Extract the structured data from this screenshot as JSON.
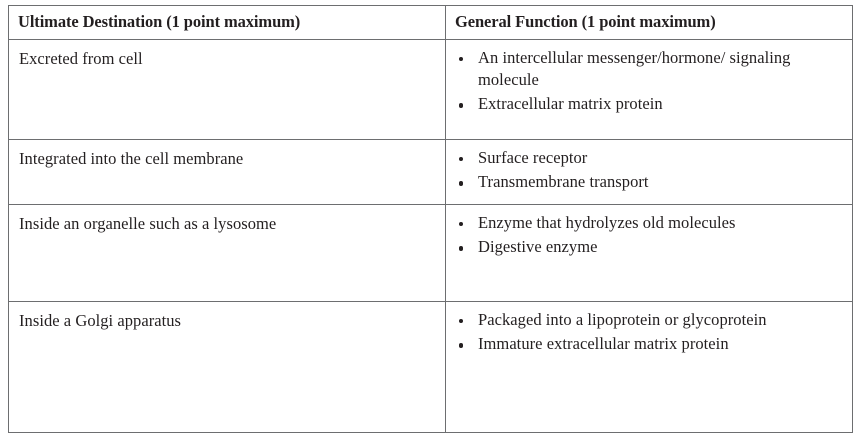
{
  "document": {
    "type": "scoring-rubric-table",
    "background_color": "#ffffff",
    "text_color": "#231f20",
    "border_color": "#6d6e70"
  },
  "table": {
    "headers": [
      "Ultimate Destination (1 point maximum)",
      "General Function (1 point maximum)"
    ],
    "rows": [
      {
        "destination": "Excreted from cell",
        "functions": [
          "An intercellular messenger/hormone/ signaling molecule",
          "Extracellular matrix protein"
        ]
      },
      {
        "destination": "Integrated into the cell membrane",
        "functions": [
          "Surface receptor",
          "Transmembrane transport"
        ]
      },
      {
        "destination": "Inside an organelle such as a lysosome",
        "functions": [
          "Enzyme that hydrolyzes old molecules",
          "Digestive enzyme"
        ]
      },
      {
        "destination": "Inside a Golgi apparatus",
        "functions": [
          "Packaged into a lipoprotein or glycoprotein",
          "Immature extracellular matrix protein"
        ]
      }
    ]
  }
}
